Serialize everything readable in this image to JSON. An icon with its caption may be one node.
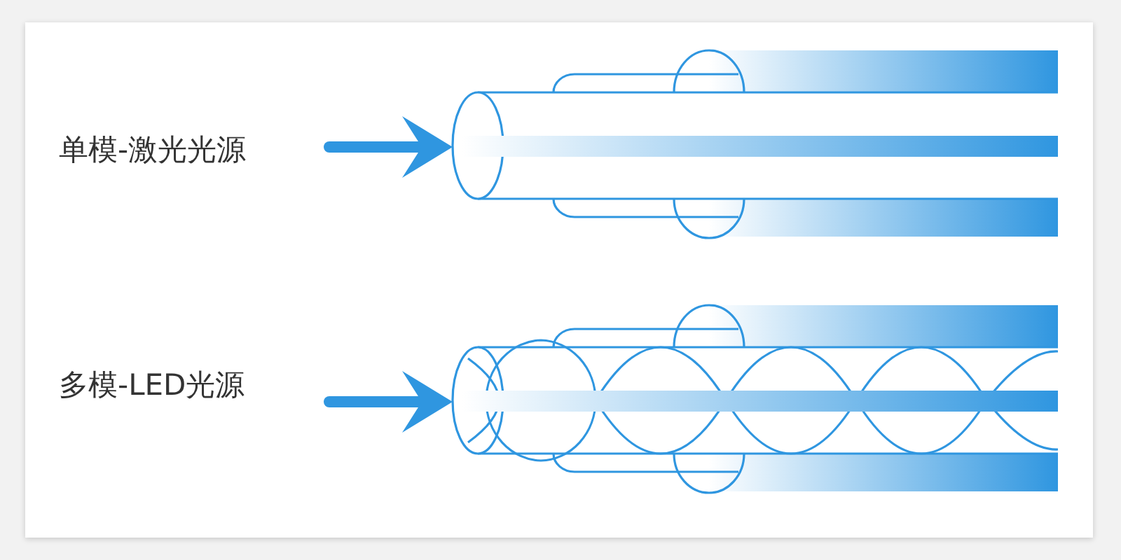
{
  "diagram": {
    "nodes": [
      {
        "text": [
          "单模-激光光源"
        ]
      },
      {
        "text": [],
        "shape": "cylinder"
      },
      {
        "text": [
          "多模-LED光源"
        ]
      },
      {
        "text": [],
        "shape": "cylinder"
      }
    ],
    "edges": [
      {
        "from": 0,
        "to": 1,
        "arrow": "to"
      },
      {
        "from": 2,
        "to": 3,
        "arrow": "to"
      }
    ]
  }
}
